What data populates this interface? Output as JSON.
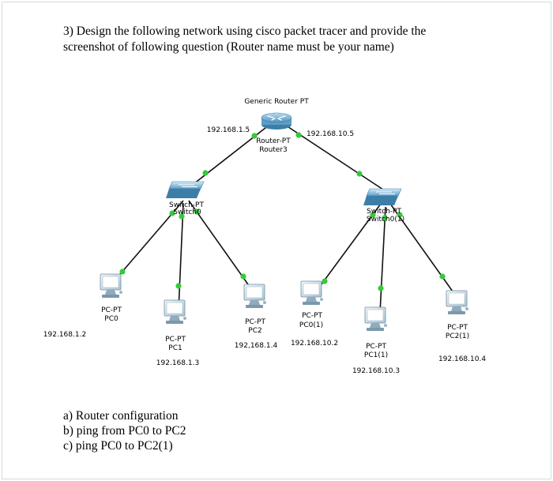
{
  "question": {
    "line1": "3) Design the following network using cisco packet tracer and provide the",
    "line2": "screenshot of following question (Router name must be your name)"
  },
  "tasks": [
    "a) Router configuration",
    "b) ping from PC0 to PC2",
    "c) ping PC0 to PC2(1)"
  ],
  "router": {
    "type_label": "Generic Router PT",
    "model": "Router-PT",
    "name": "Router3",
    "ip_left": "192.168.1.5",
    "ip_right": "192.168.10.5"
  },
  "switch_left": {
    "model": "Switch-PT",
    "name": "Switch0"
  },
  "switch_right": {
    "model": "Switch-PT",
    "name": "Switch0(1)"
  },
  "pcs": [
    {
      "model": "PC-PT",
      "name": "PC0",
      "ip": "192.168.1.2"
    },
    {
      "model": "PC-PT",
      "name": "PC1",
      "ip": "192.168.1.3"
    },
    {
      "model": "PC-PT",
      "name": "PC2",
      "ip": "192,168.1.4"
    },
    {
      "model": "PC-PT",
      "name": "PC0(1)",
      "ip": "192.168.10.2"
    },
    {
      "model": "PC-PT",
      "name": "PC1(1)",
      "ip": "192.168.10.3"
    },
    {
      "model": "PC-PT",
      "name": "PC2(1)",
      "ip": "192.168.10.4"
    }
  ],
  "colors": {
    "link": "#111111",
    "link_light": "#36c93a",
    "device_blue": "#7fb6dd"
  }
}
